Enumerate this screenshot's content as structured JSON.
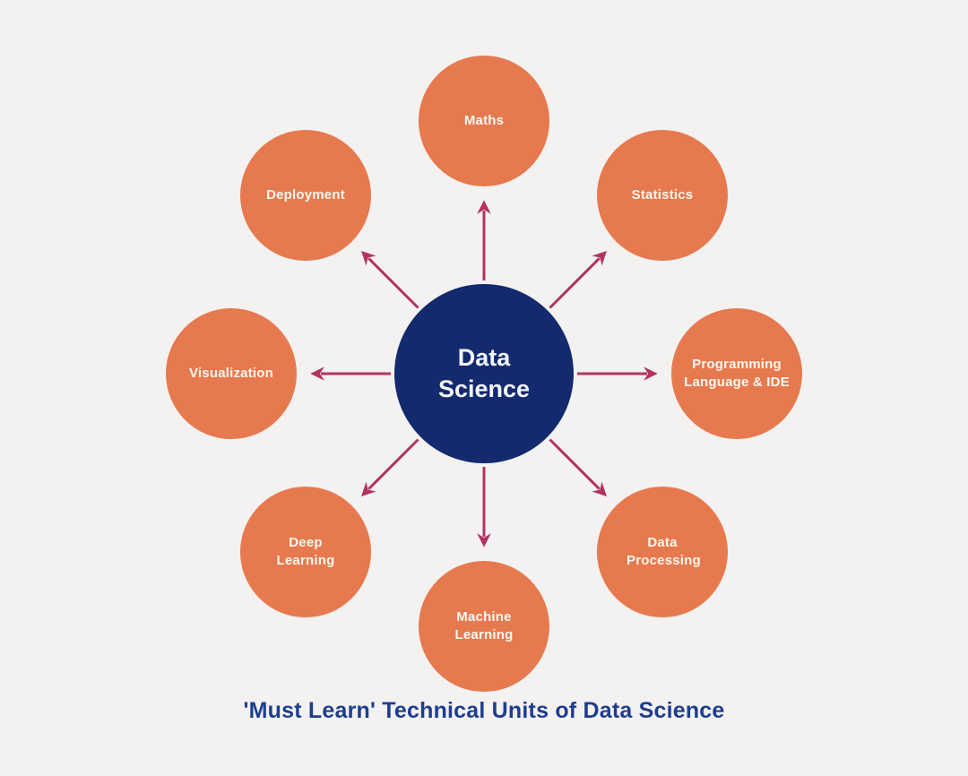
{
  "caption": "'Must Learn' Technical Units of Data Science",
  "center": {
    "label": "Data Science"
  },
  "nodes": [
    {
      "id": "maths",
      "label": "Maths"
    },
    {
      "id": "statistics",
      "label": "Statistics"
    },
    {
      "id": "programming-language-ide",
      "label": "Programming Language & IDE"
    },
    {
      "id": "data-processing",
      "label": "Data Processing"
    },
    {
      "id": "machine-learning",
      "label": "Machine Learning"
    },
    {
      "id": "deep-learning",
      "label": "Deep Learning"
    },
    {
      "id": "visualization",
      "label": "Visualization"
    },
    {
      "id": "deployment",
      "label": "Deployment"
    }
  ],
  "colors": {
    "background": "#f3f2f1",
    "node_color": "#e7794e",
    "node_text": "#fdf8f1",
    "center_color": "#132a6e",
    "center_text": "#f4f6fb",
    "arrow_color": "#b23261",
    "caption_color": "#1e3d8f"
  }
}
